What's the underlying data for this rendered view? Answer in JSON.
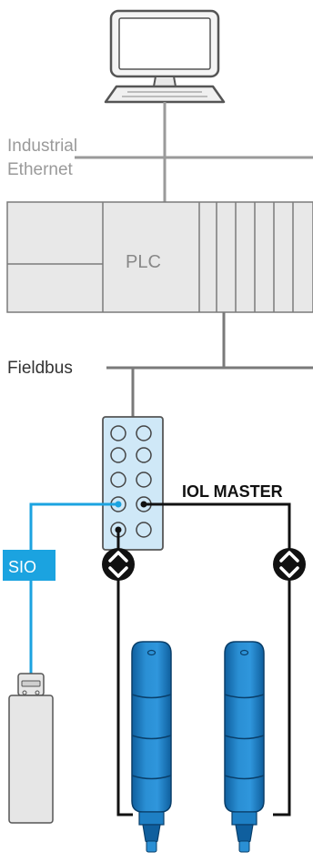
{
  "labels": {
    "industrial_ethernet_line1": "Industrial",
    "industrial_ethernet_line2": "Ethernet",
    "plc": "PLC",
    "fieldbus": "Fieldbus",
    "iol_master": "IOL MASTER",
    "sio": "SIO"
  },
  "colors": {
    "network_line": "#9a9a9a",
    "device_fill": "#e8e8e8",
    "device_stroke": "#7a7a7a",
    "master_fill": "#cfe8f7",
    "sio_blue": "#1ba3e0",
    "io_link_cable": "#111111",
    "sensor_blue": "#1e7fc4"
  },
  "icons": {
    "computer": "computer-icon",
    "io_link_left": "io-link-symbol-icon",
    "io_link_right": "io-link-symbol-icon"
  }
}
